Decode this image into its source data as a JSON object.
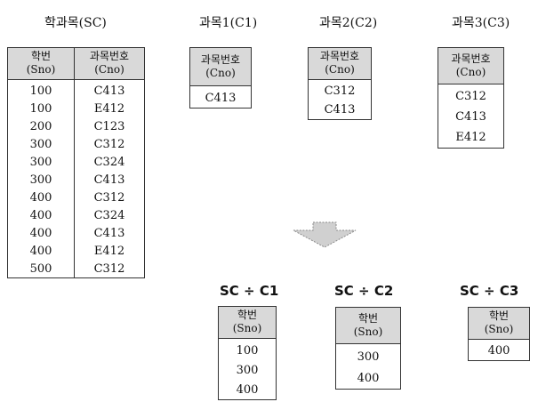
{
  "sc": {
    "title": "학과목(SC)",
    "headers": [
      [
        "학번",
        "(Sno)"
      ],
      [
        "과목번호",
        "(Cno)"
      ]
    ],
    "rows": [
      [
        "100",
        "C413"
      ],
      [
        "100",
        "E412"
      ],
      [
        "200",
        "C123"
      ],
      [
        "300",
        "C312"
      ],
      [
        "300",
        "C324"
      ],
      [
        "300",
        "C413"
      ],
      [
        "400",
        "C312"
      ],
      [
        "400",
        "C324"
      ],
      [
        "400",
        "C413"
      ],
      [
        "400",
        "E412"
      ],
      [
        "500",
        "C312"
      ]
    ]
  },
  "c1": {
    "title": "과목1(C1)",
    "header": [
      "과목번호",
      "(Cno)"
    ],
    "rows": [
      "C413"
    ]
  },
  "c2": {
    "title": "과목2(C2)",
    "header": [
      "과목번호",
      "(Cno)"
    ],
    "rows": [
      "C312",
      "C413"
    ]
  },
  "c3": {
    "title": "과목3(C3)",
    "header": [
      "과목번호",
      "(Cno)"
    ],
    "rows": [
      "C312",
      "C413",
      "E412"
    ]
  },
  "r1": {
    "title": "SC ÷ C1",
    "header": [
      "학번",
      "(Sno)"
    ],
    "rows": [
      "100",
      "300",
      "400"
    ]
  },
  "r2": {
    "title": "SC ÷ C2",
    "header": [
      "학번",
      "(Sno)"
    ],
    "rows": [
      "300",
      "400"
    ]
  },
  "r3": {
    "title": "SC ÷ C3",
    "header": [
      "학번",
      "(Sno)"
    ],
    "rows": [
      "400"
    ]
  },
  "colors": {
    "header_bg": "#d9d9d9",
    "arrow": "#d0d0d0",
    "border": "#333333"
  },
  "icons": {
    "arrow": "down-arrow-icon"
  }
}
